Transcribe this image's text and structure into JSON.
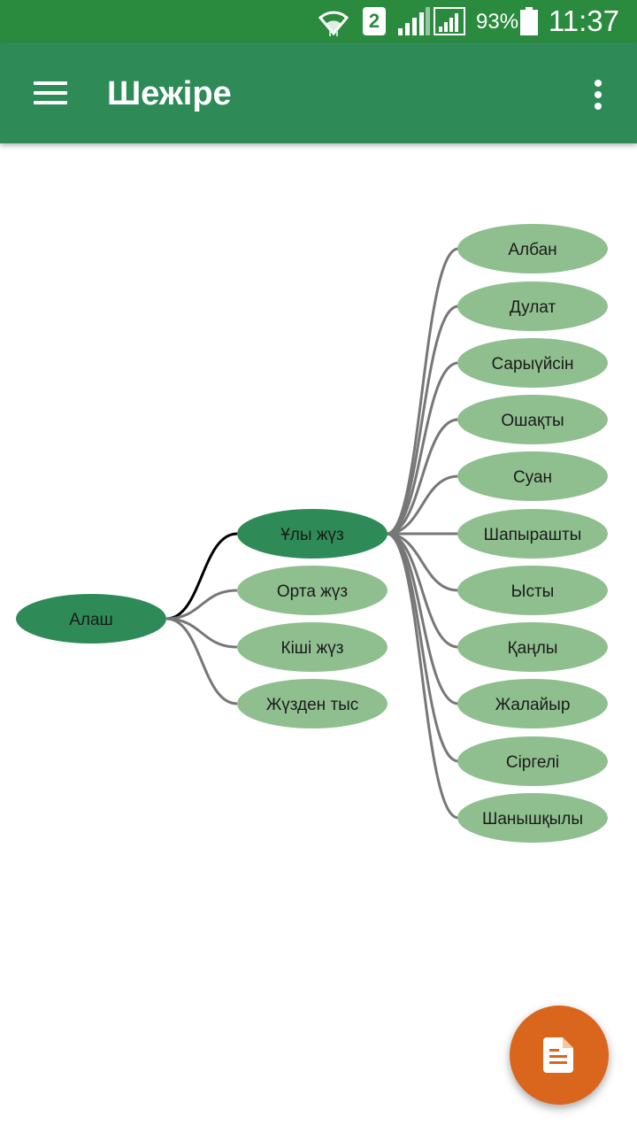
{
  "status_bar": {
    "sim_slot": "2",
    "battery_percent": "93%",
    "time": "11:37"
  },
  "app_bar": {
    "title": "Шежіре"
  },
  "tree": {
    "root": "Алаш",
    "level1": [
      "Ұлы жүз",
      "Орта жүз",
      "Кіші жүз",
      "Жүзден тыс"
    ],
    "level2": [
      "Албан",
      "Дулат",
      "Сарыүйсін",
      "Ошақты",
      "Суан",
      "Шапырашты",
      "Ысты",
      "Қаңлы",
      "Жалайыр",
      "Сіргелі",
      "Шанышқылы"
    ]
  },
  "colors": {
    "status_bar": "#2a8a3e",
    "app_bar": "#2e8b57",
    "selected_node": "#2e8b57",
    "node": "#8fbf8f",
    "fab": "#d9661c"
  },
  "fab": {
    "icon": "document-icon"
  }
}
